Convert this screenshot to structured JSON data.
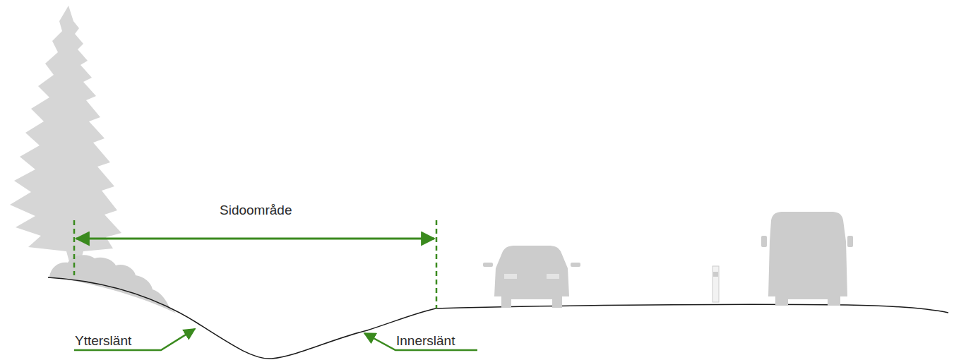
{
  "diagram": {
    "labels": [
      "Sidoområde",
      "Ytterslänt",
      "Innerslänt"
    ]
  }
}
